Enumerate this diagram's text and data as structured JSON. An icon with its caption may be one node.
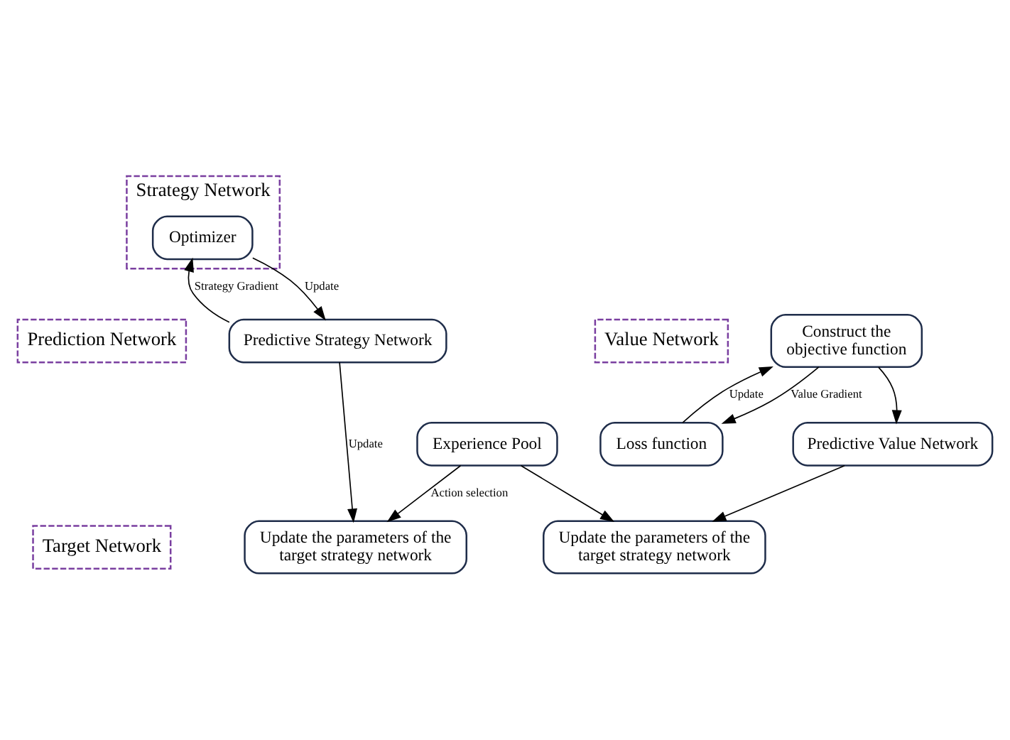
{
  "diagram": {
    "nodes": [
      {
        "text": [
          "Strategy Network"
        ]
      },
      {
        "text": [
          "Value Network"
        ]
      },
      {
        "text": [
          "Prediction Network"
        ]
      },
      {
        "text": [
          "Target Network"
        ]
      },
      {
        "text": [
          "Optimizer"
        ],
        "in": 0
      },
      {
        "text": [
          "Loss function"
        ]
      },
      {
        "text": [
          "Predictive Strategy Network"
        ]
      },
      {
        "text": [
          "Construct the objective function"
        ]
      },
      {
        "text": [
          "Update the parameters of the target strategy network"
        ]
      },
      {
        "text": [
          "Predictive Value Network"
        ]
      },
      {
        "text": [
          "Update the parameters of the target strategy network"
        ]
      },
      {
        "text": [
          "Experience Pool"
        ]
      }
    ],
    "edges": [
      {
        "from": 4,
        "to": 6,
        "arrow": "to",
        "label": "Update"
      },
      {
        "from": 6,
        "to": 4,
        "arrow": "to",
        "label": "Strategy Gradient"
      },
      {
        "from": 5,
        "to": 7,
        "arrow": "to",
        "label": "Update"
      },
      {
        "from": 7,
        "to": 5,
        "arrow": "to",
        "label": "Value Gradient"
      },
      {
        "from": 7,
        "to": 9,
        "arrow": "to"
      },
      {
        "from": 6,
        "to": 8,
        "arrow": "to",
        "label": "Update"
      },
      {
        "from": 9,
        "to": 10,
        "arrow": "to"
      },
      {
        "from": 11,
        "to": 8,
        "arrow": "to",
        "label": "Action selection"
      },
      {
        "from": 11,
        "to": 10,
        "arrow": "to"
      }
    ]
  }
}
